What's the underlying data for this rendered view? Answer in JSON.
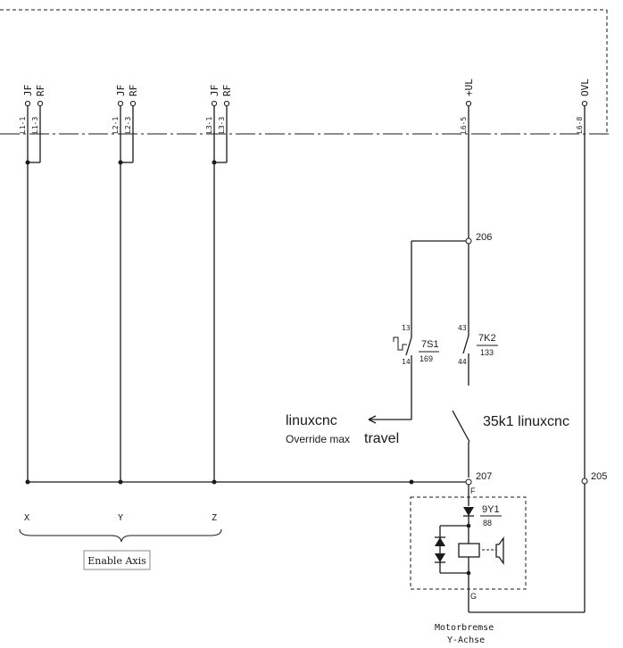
{
  "terminals": {
    "x1_jf": "JF",
    "x1_rf": "RF",
    "x1_l1": "L1-1",
    "x1_l3": "L1-3",
    "x2_jf": "JF",
    "x2_rf": "RF",
    "x2_l1": "L2-1",
    "x2_l3": "L2-3",
    "x3_jf": "JF",
    "x3_rf": "RF",
    "x3_l1": "L3-1",
    "x3_l3": "L3-3",
    "ul_label": "+UL",
    "ul_pin": "L6-5",
    "ovl_label": "OVL",
    "ovl_pin": "L6-8"
  },
  "nodes": {
    "n206": "206",
    "n207": "207",
    "n205": "205"
  },
  "switch_7s1": {
    "pin_top": "13",
    "pin_bottom": "14",
    "name": "7S1",
    "ref": "169"
  },
  "contact_7k2": {
    "pin_top": "43",
    "pin_bottom": "44",
    "name": "7K2",
    "ref": "133"
  },
  "annotations": {
    "linuxcnc_left": "linuxcnc",
    "override": "Override max",
    "travel": "travel",
    "linuxcnc_right": "35k1 linuxcnc"
  },
  "axes": {
    "x": "X",
    "y": "Y",
    "z": "Z",
    "enable_label": "Enable Axis"
  },
  "brake": {
    "pin_f": "F",
    "pin_g": "G",
    "name": "9Y1",
    "ref": "88",
    "caption_1": "Motorbremse",
    "caption_2": "Y-Achse"
  }
}
